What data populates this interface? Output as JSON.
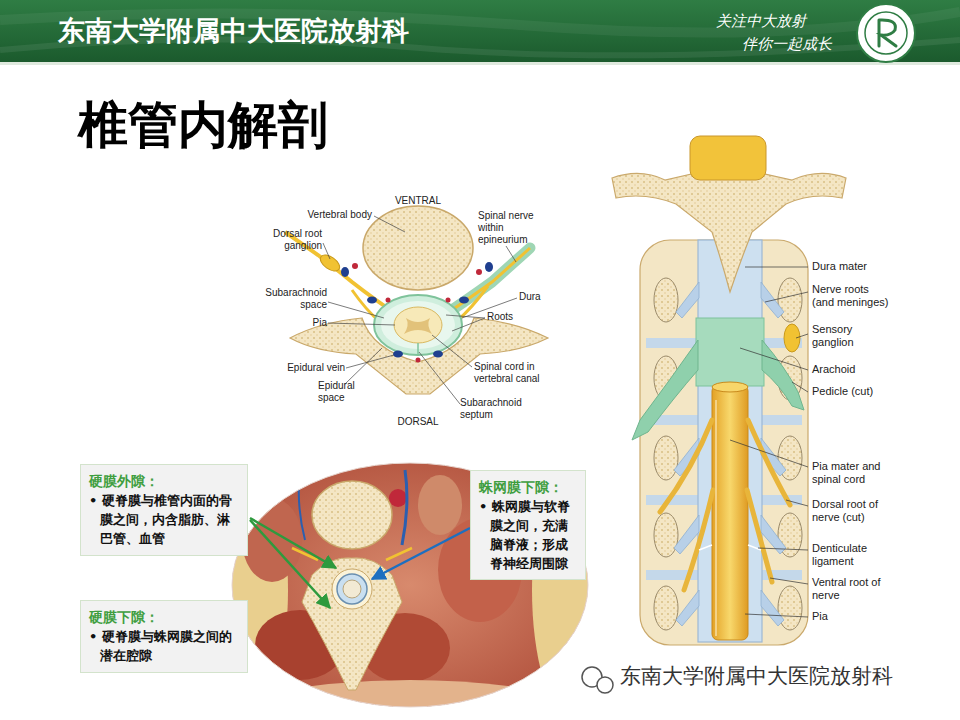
{
  "diagram": {
    "title": "椎管内解剖",
    "nodes": [
      {
        "text": [
          "硬膜外隙：",
          "• 硬脊膜与椎管内面的骨膜之间，内含脂肪、淋巴管、血管"
        ]
      },
      {
        "text": [
          "蛛网膜下隙：",
          "• 蛛网膜与软脊膜之间，充满脑脊液；形成脊神经周围隙"
        ]
      },
      {
        "text": [
          "硬膜下隙：",
          "• 硬脊膜与蛛网膜之间的潜在腔隙"
        ]
      }
    ],
    "labels": [
      "东南大学附属中大医院放射科",
      "关注中大放射",
      "伴你一起成长",
      "VENTRAL",
      "Vertebral body",
      "Spinal nerve within epineurium",
      "Dorsal root ganglion",
      "Dura",
      "Subarachnoid space",
      "Roots",
      "Pia",
      "Epidural vein",
      "Spinal cord in vertebral canal",
      "Epidural space",
      "Subarachnoid septum",
      "DORSAL",
      "Dura mater",
      "Nerve roots (and meninges)",
      "Sensory ganglion",
      "Arachoid",
      "Pedicle (cut)",
      "Pia mater and spinal cord",
      "Dorsal root of nerve (cut)",
      "Denticulate ligament",
      "Ventral root of nerve",
      "Pia",
      "东南大学附属中大医院放射科"
    ]
  }
}
